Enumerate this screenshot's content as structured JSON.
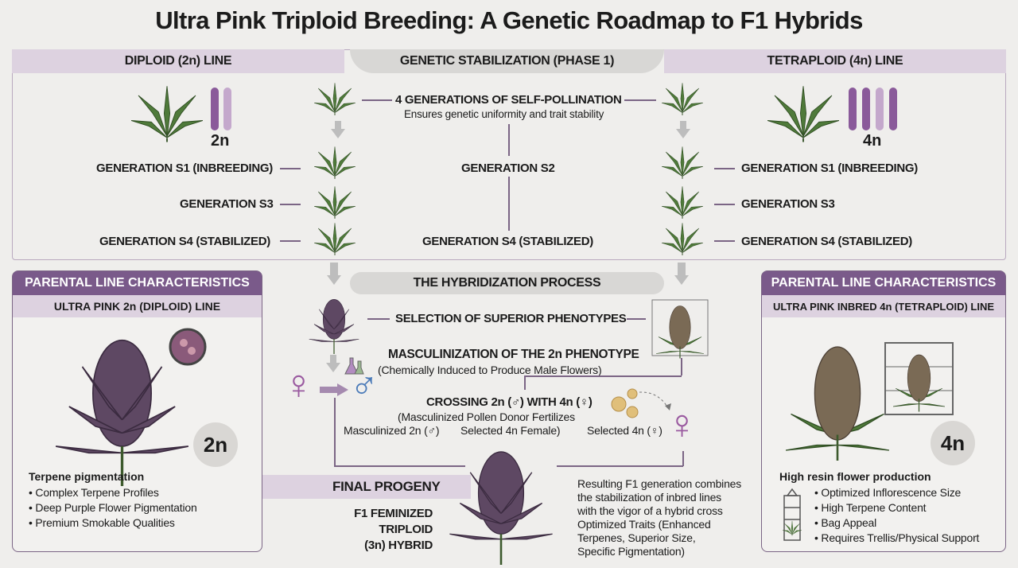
{
  "title": "Ultra Pink Triploid Breeding: A Genetic Roadmap to F1 Hybrids",
  "phase1": {
    "left_header": "DIPLOID (2n) LINE",
    "center_header": "GENETIC STABILIZATION (PHASE 1)",
    "right_header": "TETRAPLOID (4n) LINE",
    "left_ploidy": "2n",
    "right_ploidy": "4n",
    "self_pollination": "4 GENERATIONS OF SELF-POLLINATION",
    "self_pollination_sub": "Ensures genetic uniformity and trait stability",
    "left_generations": [
      "GENERATION S1 (INBREEDING)",
      "GENERATION S3",
      "GENERATION S4 (STABILIZED)"
    ],
    "center_generations": [
      "GENERATION S2",
      "GENERATION S4 (STABILIZED)"
    ],
    "right_generations": [
      "GENERATION S1 (INBREEDING)",
      "GENERATION S3",
      "GENERATION S4 (STABILIZED)"
    ]
  },
  "left_panel": {
    "header": "PARENTAL LINE CHARACTERISTICS",
    "subheader": "ULTRA PINK 2n (DIPLOID) LINE",
    "badge": "2n",
    "trait_title": "Terpene pigmentation",
    "traits": [
      "Complex Terpene Profiles",
      "Deep Purple Flower Pigmentation",
      "Premium Smokable Qualities"
    ]
  },
  "right_panel": {
    "header": "PARENTAL LINE CHARACTERISTICS",
    "subheader": "ULTRA PINK INBRED 4n (TETRAPLOID) LINE",
    "badge": "4n",
    "trait_title": "High resin flower production",
    "traits": [
      "Optimized Inflorescence Size",
      "High Terpene Content",
      "Bag Appeal",
      "Requires Trellis/Physical Support"
    ]
  },
  "hybridization": {
    "header": "THE HYBRIDIZATION PROCESS",
    "selection": "SELECTION OF SUPERIOR PHENOTYPES",
    "masculinization": "MASCULINIZATION OF THE 2n PHENOTYPE",
    "masculinization_sub": "(Chemically Induced to Produce Male Flowers)",
    "crossing": "CROSSING 2n (♂) WITH 4n (♀)",
    "crossing_sub1": "(Masculinized Pollen Donor Fertilizes",
    "crossing_sub2": "Selected 4n Female)",
    "male_label": "Masculinized 2n (♂)",
    "female_label": "Selected 4n (♀)",
    "female_symbol": "♀",
    "male_symbol": "♂"
  },
  "final": {
    "header": "FINAL PROGENY",
    "name_lines": [
      "F1 FEMINIZED",
      "TRIPLOID",
      "(3n) HYBRID"
    ],
    "description": [
      "Resulting F1 generation combines",
      "the stabilization of inbred lines",
      "with the vigor of a hybrid cross",
      "Optimized Traits (Enhanced",
      "Terpenes, Superior Size,",
      "Specific Pigmentation)"
    ]
  },
  "colors": {
    "accent_purple": "#7a5a8a",
    "light_purple": "#ddd2e0",
    "female": "#9a5aa0",
    "male": "#4a7ab8",
    "leaf_green": "#4f7a3a",
    "flower_purple": "#5e4863"
  }
}
